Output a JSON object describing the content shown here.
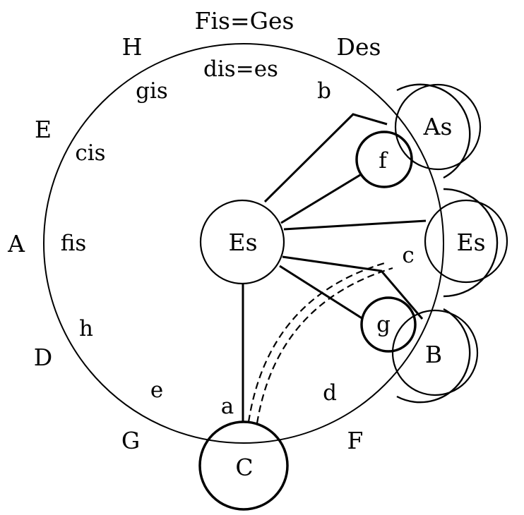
{
  "outer_labels": {
    "fis_ges": "Fis=Ges",
    "h_major": "H",
    "des": "Des",
    "e_major": "E",
    "a_major": "A",
    "d_major": "D",
    "g_major": "G",
    "f_major": "F"
  },
  "inner_labels": {
    "dis_es": "dis=es",
    "gis": "gis",
    "b_minor": "b",
    "cis": "cis",
    "fis": "fis",
    "h_minor": "h",
    "e_minor": "e",
    "a_minor": "a",
    "d_minor": "d",
    "c_minor": "c"
  },
  "nodes": {
    "center": "Es",
    "as_node": "As",
    "f_node": "f",
    "es_right": "Es",
    "g_node": "g",
    "b_node": "B",
    "c_node": "C"
  }
}
